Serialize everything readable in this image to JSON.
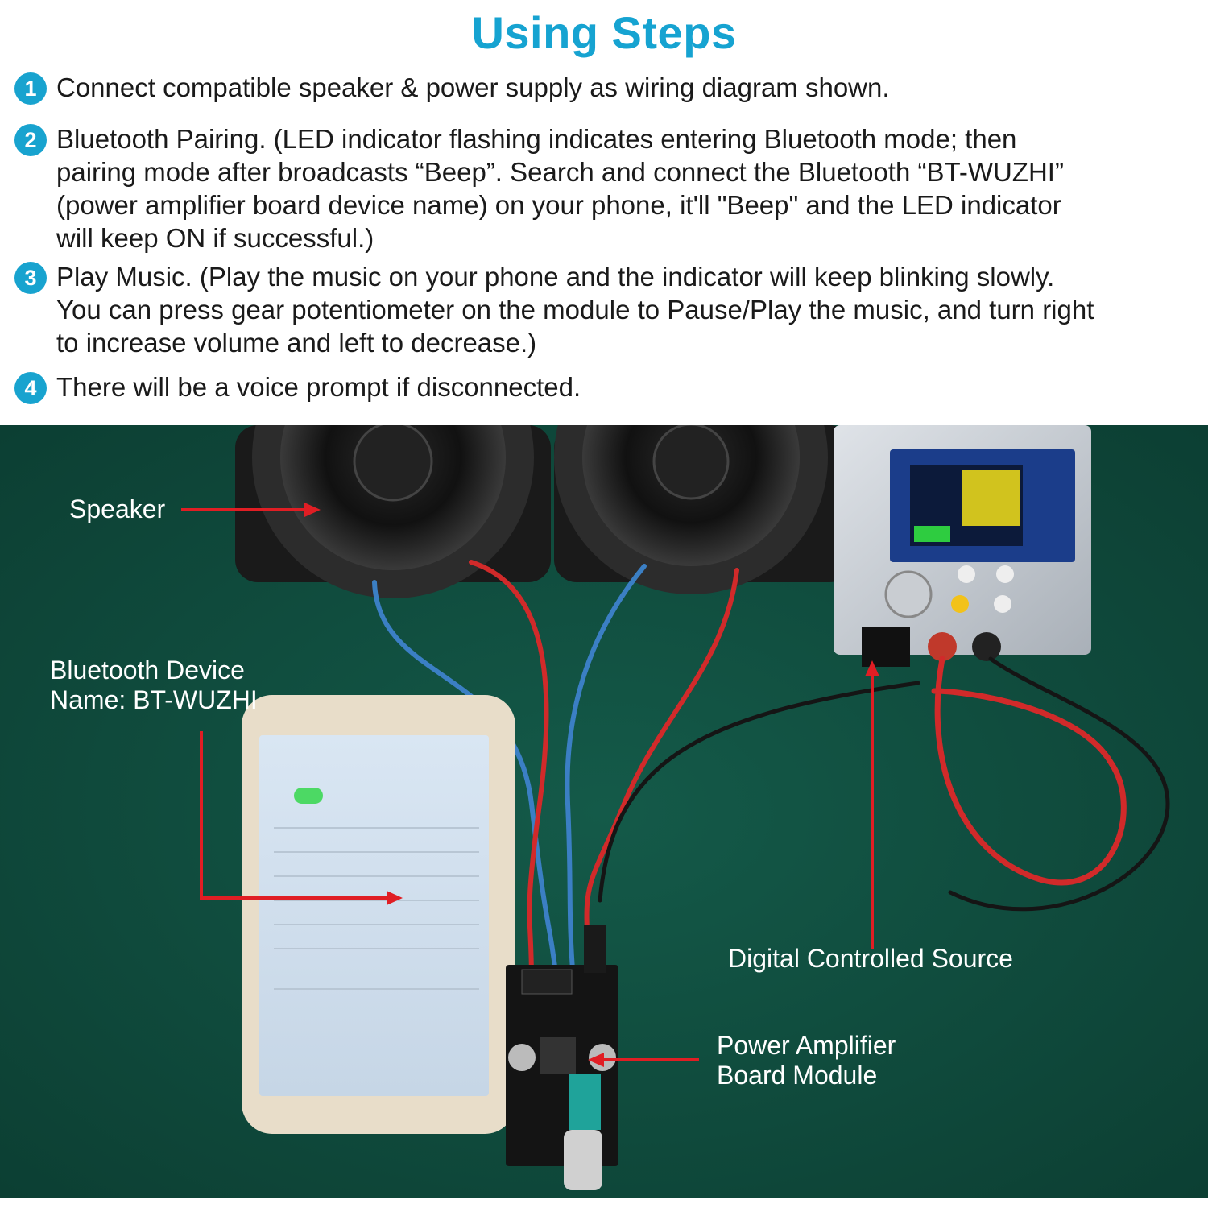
{
  "title": "Using Steps",
  "steps": [
    {
      "num": "1",
      "text": "Connect compatible speaker & power supply as wiring diagram shown."
    },
    {
      "num": "2",
      "text": "Bluetooth Pairing. (LED indicator flashing indicates entering Bluetooth mode; then\npairing mode after broadcasts “Beep”. Search and connect the Bluetooth “BT-WUZHI”\n(power amplifier board device name) on your phone, it'll \"Beep\" and the LED indicator\nwill keep ON if successful.)"
    },
    {
      "num": "3",
      "text": "Play Music. (Play the music on your phone and the indicator will keep blinking slowly.\nYou can press gear potentiometer on the module to Pause/Play the music, and turn right\nto increase volume and left to decrease.)"
    },
    {
      "num": "4",
      "text": "There will be a voice prompt if disconnected."
    }
  ],
  "labels": {
    "speaker": "Speaker",
    "bluetooth_device": "Bluetooth Device\nName: BT-WUZHI",
    "source": "Digital Controlled Source",
    "amplifier": "Power Amplifier\nBoard Module"
  },
  "colors": {
    "accent": "#16a3d1",
    "arrow": "#e01e24",
    "background": "#0f4a3c"
  }
}
